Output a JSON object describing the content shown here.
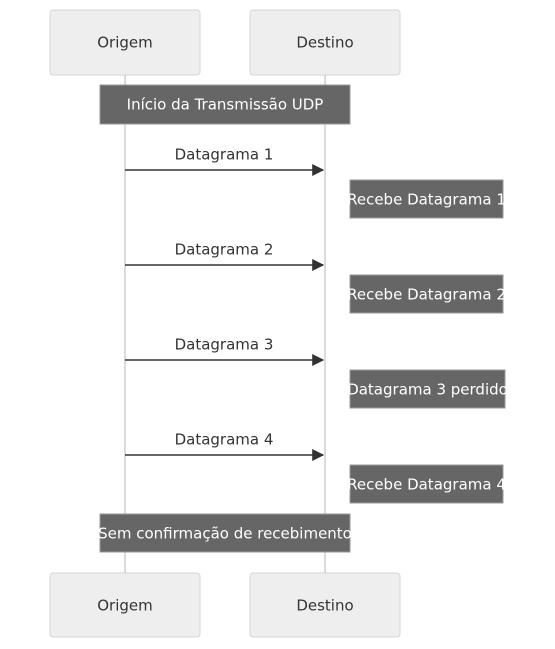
{
  "participants": {
    "origin": "Origem",
    "destination": "Destino"
  },
  "notes": {
    "start": "Início da Transmissão UDP",
    "end": "Sem confirmação de recebimento"
  },
  "messages": [
    {
      "label": "Datagrama 1",
      "note": "Recebe Datagrama 1"
    },
    {
      "label": "Datagrama 2",
      "note": "Recebe Datagrama 2"
    },
    {
      "label": "Datagrama 3",
      "note": "Datagrama 3 perdido"
    },
    {
      "label": "Datagrama 4",
      "note": "Recebe Datagrama 4"
    }
  ],
  "colors": {
    "actor_fill": "#eeeeee",
    "note_fill": "#666666",
    "line": "#333333"
  }
}
